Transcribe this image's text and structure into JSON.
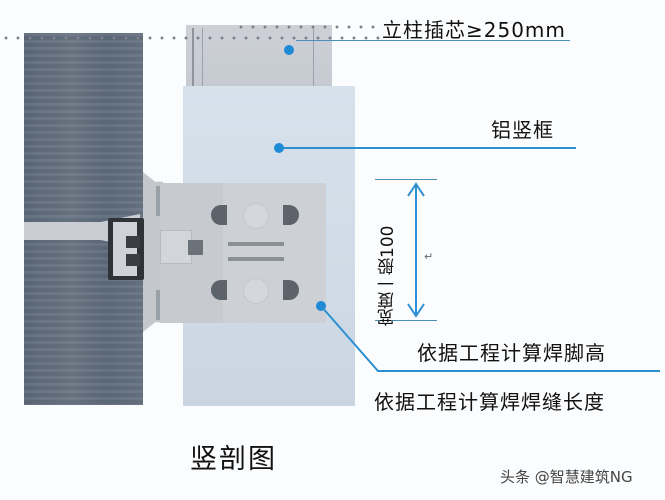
{
  "diagram": {
    "type": "vertical-section-detail",
    "title": "竖剖图",
    "watermark": "头条 @智慧建筑NG",
    "colors": {
      "leader": "#2c8fd1",
      "dot": "#1e8ad6",
      "wall": "#66717f",
      "frame": "#d2dde8",
      "bracket": "#c7cacf",
      "background": "#fbfcfd"
    },
    "labels": {
      "insert_core": "立柱插芯≥250mm",
      "aluminum_frame": "铝竖框",
      "weld_leg_height": "依据工程计算焊脚高",
      "weld_length": "依据工程计算焊焊缝长度"
    },
    "dimension": {
      "text": "宽度一般100",
      "note_mark": "↵"
    },
    "components": [
      {
        "name": "concrete-wall",
        "label": ""
      },
      {
        "name": "embedded-channel",
        "label": ""
      },
      {
        "name": "connector-bracket",
        "label": ""
      },
      {
        "name": "insert-core",
        "label": "立柱插芯≥250mm"
      },
      {
        "name": "aluminum-vertical-frame",
        "label": "铝竖框"
      }
    ]
  }
}
